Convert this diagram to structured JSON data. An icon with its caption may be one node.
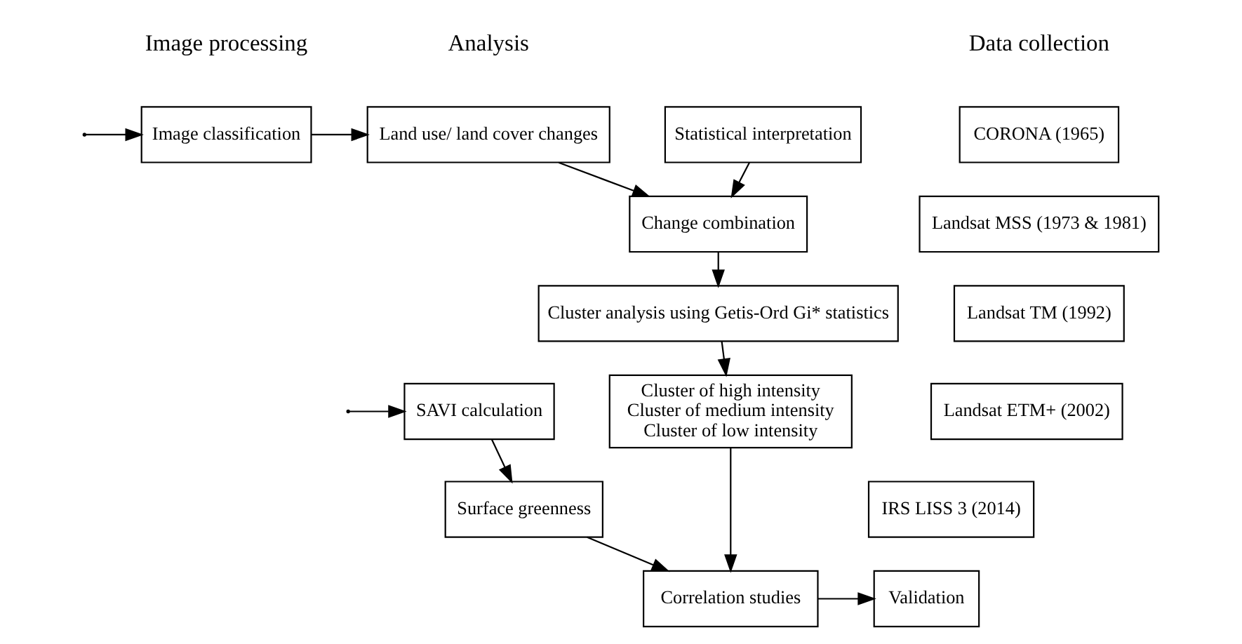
{
  "diagram": {
    "nodes": [
      {
        "text": [
          "CORONA (1965)"
        ]
      },
      {
        "text": [
          "Landsat MSS (1973 & 1981)"
        ]
      },
      {
        "text": [
          "Landsat TM (1992)"
        ]
      },
      {
        "text": [
          "Landsat ETM+ (2002)"
        ]
      },
      {
        "text": [
          "IRS LISS 3 (2014)"
        ]
      },
      {
        "text": [
          "Image classification"
        ]
      },
      {
        "text": [
          "SAVI calculation"
        ]
      },
      {
        "text": [
          "Surface greenness"
        ]
      },
      {
        "text": [
          "Land use/ land cover changes"
        ]
      },
      {
        "text": [
          "Statistical interpretation"
        ]
      },
      {
        "text": [
          "Change combination"
        ]
      },
      {
        "text": [
          "Cluster analysis using Getis-Ord Gi* statistics"
        ]
      },
      {
        "text": [
          "Cluster of high intensity",
          "Cluster of medium intensity",
          "Cluster of low intensity"
        ]
      },
      {
        "text": [
          "Correlation studies"
        ]
      },
      {
        "text": [
          "Validation"
        ]
      }
    ],
    "edges": [
      {
        "from": null,
        "to": 5,
        "arrow": "to"
      },
      {
        "from": null,
        "to": 6,
        "arrow": "to"
      },
      {
        "from": 5,
        "to": 8,
        "arrow": "to"
      },
      {
        "from": 8,
        "to": 10,
        "arrow": "to"
      },
      {
        "from": 9,
        "to": 10,
        "arrow": "to"
      },
      {
        "from": 10,
        "to": 11,
        "arrow": "to"
      },
      {
        "from": 11,
        "to": 12,
        "arrow": "to"
      },
      {
        "from": 6,
        "to": 7,
        "arrow": "to"
      },
      {
        "from": 7,
        "to": 13,
        "arrow": "to"
      },
      {
        "from": 12,
        "to": 13,
        "arrow": "to"
      },
      {
        "from": 13,
        "to": 14,
        "arrow": "to"
      }
    ],
    "labels": [
      "Data collection",
      "Image processing",
      "Analysis"
    ]
  }
}
